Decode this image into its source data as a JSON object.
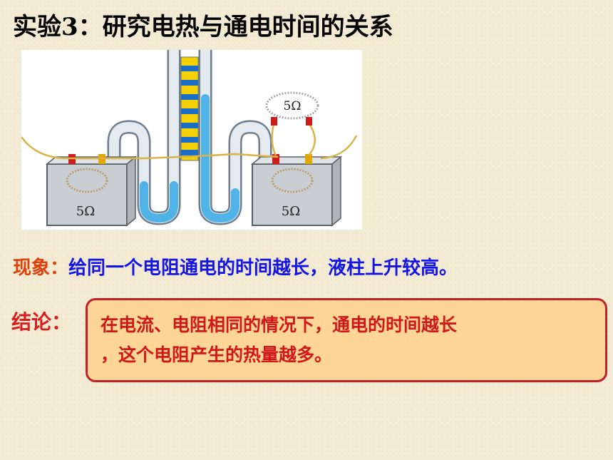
{
  "title": "实验3：研究电热与通电时间的关系",
  "figure": {
    "resistor_left_label": "5Ω",
    "resistor_right_label": "5Ω",
    "resistor_external_label": "5Ω"
  },
  "phenomenon": {
    "label": "现象：",
    "text": "给同一个电阻通电的时间越长，液柱上升较高。"
  },
  "conclusion": {
    "label": "结论：",
    "line1": "在电流、电阻相同的情况下，通电的时间越长",
    "line2": "，这个电阻产生的热量越多。"
  },
  "colors": {
    "background": "#f2ead2",
    "phenomenon_label": "#e0400a",
    "phenomenon_text": "#1414e6",
    "conclusion": "#d01818",
    "conclusion_box_fill": "#fcd597",
    "conclusion_box_border": "#c0202a"
  }
}
